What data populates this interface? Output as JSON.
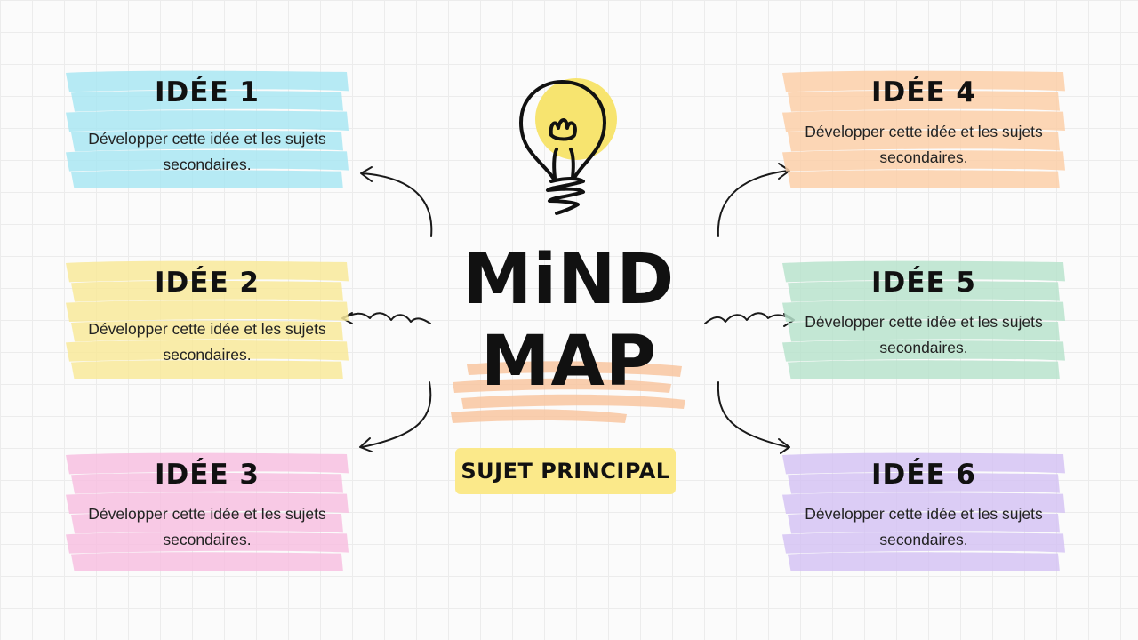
{
  "center": {
    "title_line1": "MiND",
    "title_line2": "MAP",
    "subject": "SUJET PRINCIPAL"
  },
  "ideas": [
    {
      "title": "IDÉE 1",
      "description": "Développer cette idée et les sujets secondaires.",
      "color": "#a9e6f2"
    },
    {
      "title": "IDÉE 2",
      "description": "Développer cette idée et les sujets secondaires.",
      "color": "#f8e99a"
    },
    {
      "title": "IDÉE 3",
      "description": "Développer cette idée et les sujets secondaires.",
      "color": "#f7bfe0"
    },
    {
      "title": "IDÉE 4",
      "description": "Développer cette idée et les sujets secondaires.",
      "color": "#fbcfa8"
    },
    {
      "title": "IDÉE 5",
      "description": "Développer cette idée et les sujets secondaires.",
      "color": "#b9e3cc"
    },
    {
      "title": "IDÉE 6",
      "description": "Développer cette idée et les sujets secondaires.",
      "color": "#d5c3f3"
    }
  ],
  "icons": {
    "bulb": "lightbulb-icon"
  },
  "colors": {
    "ink": "#111111",
    "bulb_fill": "#f7e46f",
    "subject_fill": "#fbe98a",
    "swash": "#f8c6a0"
  }
}
